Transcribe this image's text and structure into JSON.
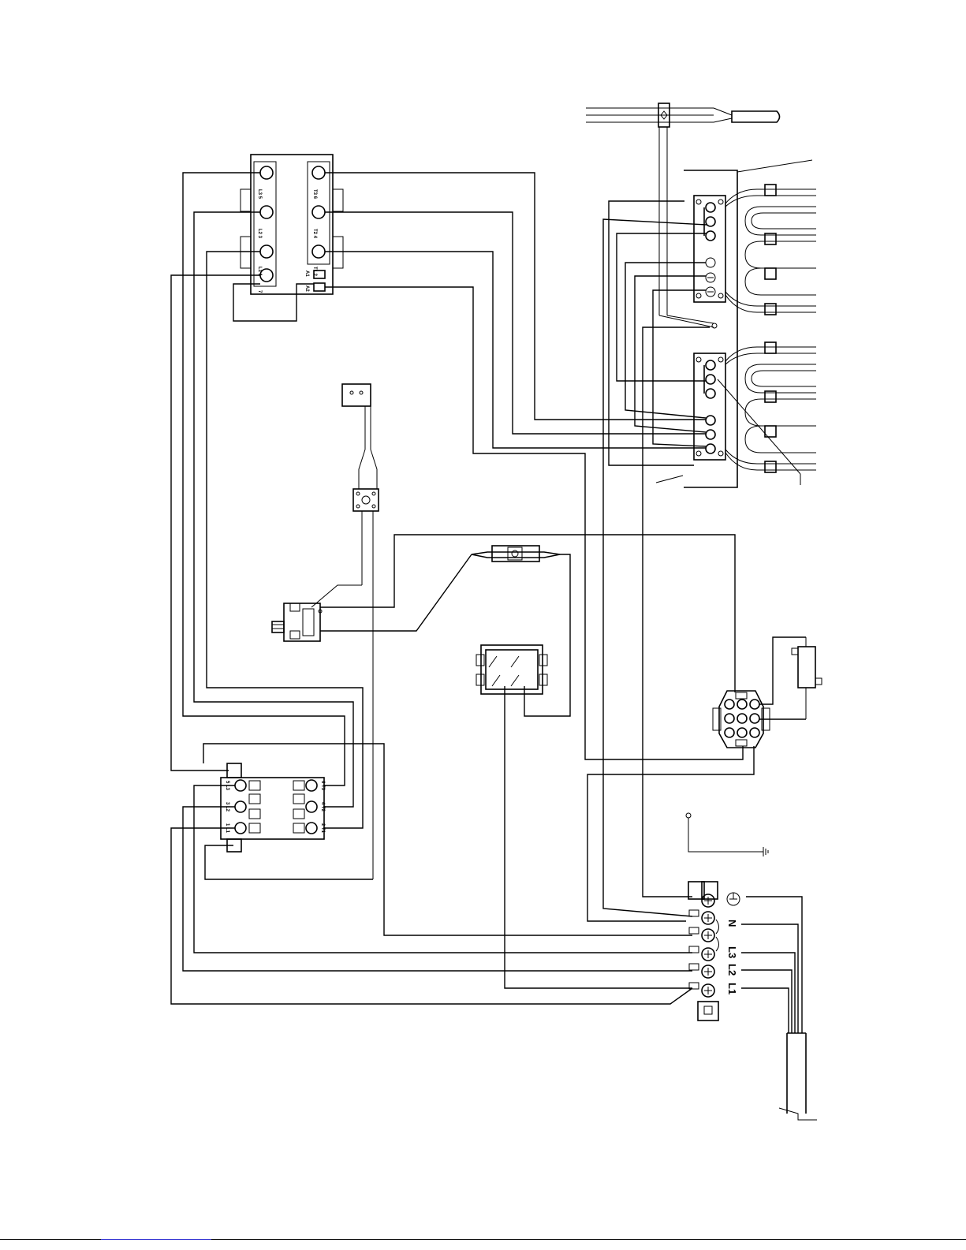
{
  "diagram": {
    "mains_terminal_labels": [
      "⏚",
      "N",
      "L3",
      "L2",
      "L1"
    ],
    "upper_contactor_labels": {
      "left": [
        "L3 5",
        "L2 3",
        "L1 1",
        "7"
      ],
      "right": [
        "T3 6",
        "T2 4",
        "T1 2",
        "A1",
        "A2"
      ]
    },
    "lower_contactor_labels": {
      "left": [
        "5 L3",
        "3 L2",
        "1 L1"
      ],
      "right": [
        "6 T3",
        "4 T2",
        "2 T1"
      ]
    }
  }
}
